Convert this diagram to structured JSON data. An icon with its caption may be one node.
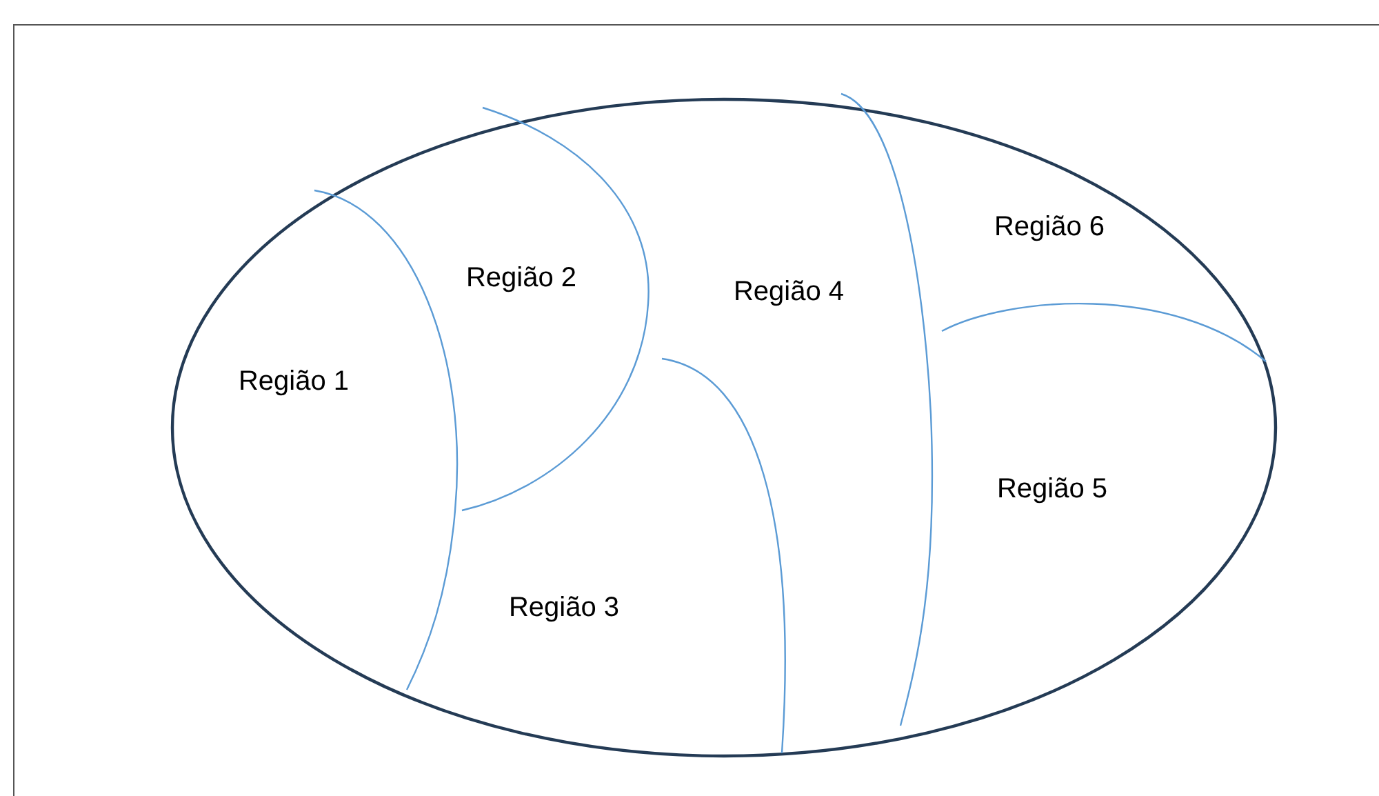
{
  "diagram": {
    "labels": [
      "Região 6",
      "Região 2",
      "Região 4",
      "Região 1",
      "Região 5",
      "Região 3"
    ]
  }
}
